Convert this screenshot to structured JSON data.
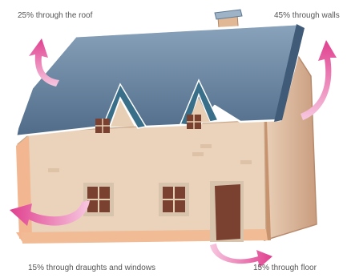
{
  "labels": {
    "roof": "25% through the roof",
    "walls": "45% through walls",
    "draughts": "15% through draughts and windows",
    "floor": "15% through floor"
  },
  "colors": {
    "roof": "#6e8aa6",
    "roof_dark": "#4a6684",
    "wall_front": "#e8d2b8",
    "wall_side": "#d8b496",
    "trim": "#f2b690",
    "arrow": "#e35b9f",
    "door": "#7a4030",
    "window": "#7a4030"
  },
  "heat_loss": [
    {
      "area": "roof",
      "percent": 25
    },
    {
      "area": "walls",
      "percent": 45
    },
    {
      "area": "draughts and windows",
      "percent": 15
    },
    {
      "area": "floor",
      "percent": 15
    }
  ]
}
